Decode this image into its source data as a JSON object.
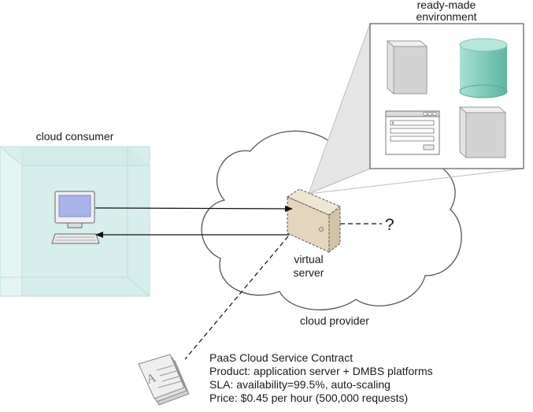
{
  "labels": {
    "ready_made_line1": "ready-made",
    "ready_made_line2": "environment",
    "cloud_consumer": "cloud consumer",
    "virtual_line1": "virtual",
    "virtual_line2": "server",
    "cloud_provider": "cloud provider",
    "question_mark": "?"
  },
  "contract": {
    "title": "PaaS Cloud Service Contract",
    "product": "Product: application server + DMBS platforms",
    "sla": "SLA: availability=99.5%, auto-scaling",
    "price": "Price: $0.45 per hour (500,000 requests)"
  },
  "colors": {
    "consumer_box": "#d6eeec",
    "cloud_stroke": "#555555",
    "server_fill": "#e3d6bd",
    "database_fill": "#8fd3c4",
    "grey_cube": "#d8d8d8",
    "monitor_screen": "#a9b4e8"
  },
  "icons": [
    "monitor-icon",
    "keyboard-icon",
    "server-icon",
    "database-icon",
    "window-form-icon",
    "document-icon"
  ]
}
